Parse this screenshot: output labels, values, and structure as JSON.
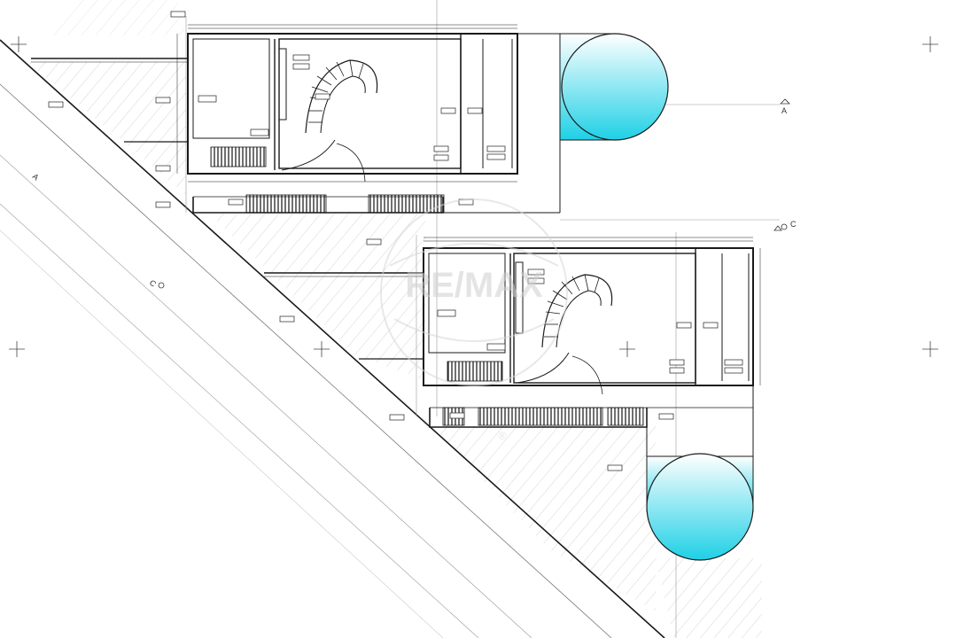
{
  "drawing": {
    "section_markers": {
      "a": "A",
      "c": "C",
      "a_rotated": "A",
      "c_rotated": "C"
    },
    "watermark": {
      "brand": "RE/MAX",
      "registered": "®"
    },
    "colors": {
      "line": "#1a1a1a",
      "thin_line": "#8a8a8a",
      "pool_top": "#ffffff",
      "pool_bottom": "#1fd0e6",
      "watermark": "#d6d6d6"
    }
  }
}
